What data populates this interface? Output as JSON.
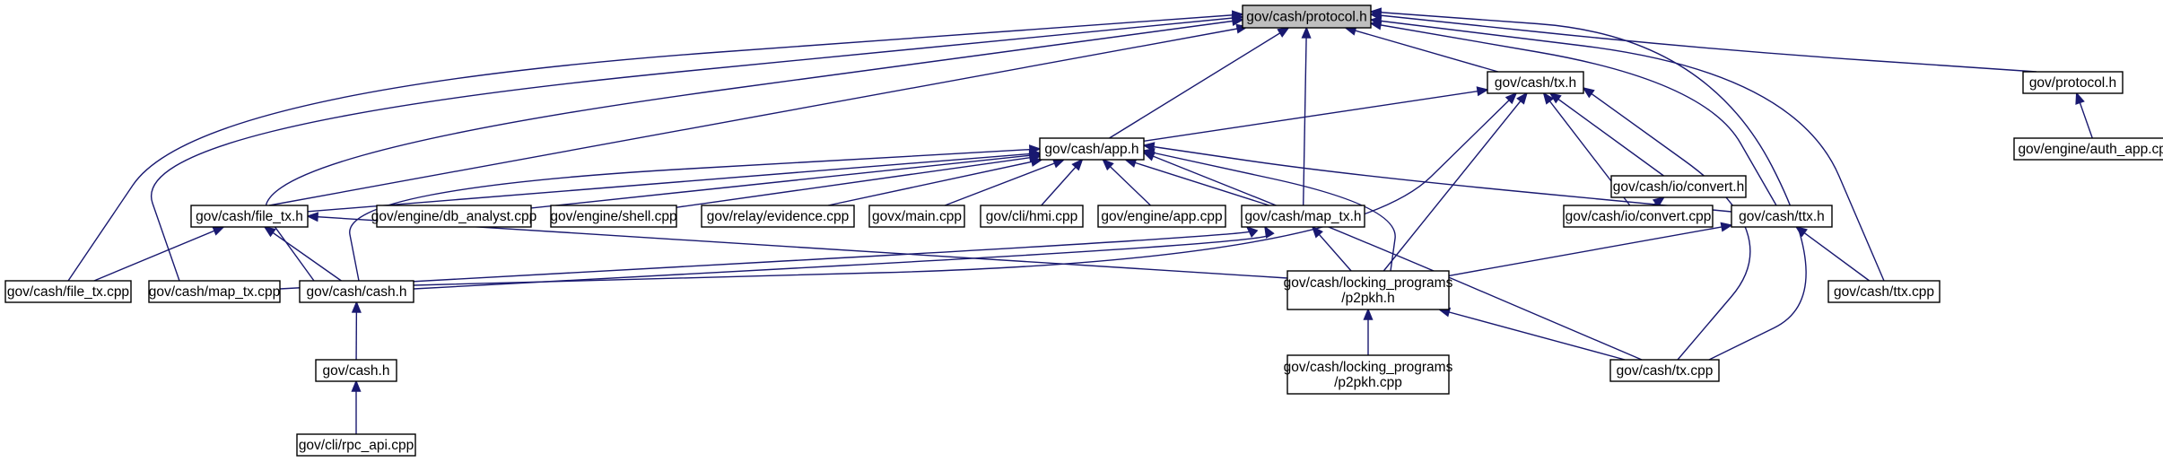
{
  "colors": {
    "edge": "#191970",
    "root_fill": "#bfbfbf",
    "node_fill": "#ffffff",
    "node_stroke": "#000000"
  },
  "nodes": [
    {
      "id": "protocol_h",
      "label": [
        "gov/cash/protocol.h"
      ],
      "root": true
    },
    {
      "id": "tx_h",
      "label": [
        "gov/cash/tx.h"
      ]
    },
    {
      "id": "gov_protocol_h",
      "label": [
        "gov/protocol.h"
      ]
    },
    {
      "id": "auth_app",
      "label": [
        "gov/engine/auth_app.cpp"
      ]
    },
    {
      "id": "app_h",
      "label": [
        "gov/cash/app.h"
      ]
    },
    {
      "id": "io_convert_h",
      "label": [
        "gov/cash/io/convert.h"
      ]
    },
    {
      "id": "file_tx_h",
      "label": [
        "gov/cash/file_tx.h"
      ]
    },
    {
      "id": "db_analyst",
      "label": [
        "gov/engine/db_analyst.cpp"
      ]
    },
    {
      "id": "shell",
      "label": [
        "gov/engine/shell.cpp"
      ]
    },
    {
      "id": "evidence",
      "label": [
        "gov/relay/evidence.cpp"
      ]
    },
    {
      "id": "govx_main",
      "label": [
        "govx/main.cpp"
      ]
    },
    {
      "id": "hmi",
      "label": [
        "gov/cli/hmi.cpp"
      ]
    },
    {
      "id": "engine_app",
      "label": [
        "gov/engine/app.cpp"
      ]
    },
    {
      "id": "map_tx_h",
      "label": [
        "gov/cash/map_tx.h"
      ]
    },
    {
      "id": "io_convert_cpp",
      "label": [
        "gov/cash/io/convert.cpp"
      ]
    },
    {
      "id": "ttx_h",
      "label": [
        "gov/cash/ttx.h"
      ]
    },
    {
      "id": "file_tx_cpp",
      "label": [
        "gov/cash/file_tx.cpp"
      ]
    },
    {
      "id": "map_tx_cpp",
      "label": [
        "gov/cash/map_tx.cpp"
      ]
    },
    {
      "id": "cash_cash_h",
      "label": [
        "gov/cash/cash.h"
      ]
    },
    {
      "id": "p2pkh_h",
      "label": [
        "gov/cash/locking_programs",
        "/p2pkh.h"
      ]
    },
    {
      "id": "ttx_cpp",
      "label": [
        "gov/cash/ttx.cpp"
      ]
    },
    {
      "id": "cash_h",
      "label": [
        "gov/cash.h"
      ]
    },
    {
      "id": "p2pkh_cpp",
      "label": [
        "gov/cash/locking_programs",
        "/p2pkh.cpp"
      ]
    },
    {
      "id": "tx_cpp",
      "label": [
        "gov/cash/tx.cpp"
      ]
    },
    {
      "id": "rpc_api",
      "label": [
        "gov/cli/rpc_api.cpp"
      ]
    }
  ],
  "edges": [
    {
      "from": "tx_h",
      "to": "protocol_h"
    },
    {
      "from": "gov_protocol_h",
      "to": "protocol_h"
    },
    {
      "from": "app_h",
      "to": "protocol_h"
    },
    {
      "from": "file_tx_h",
      "to": "protocol_h"
    },
    {
      "from": "map_tx_h",
      "to": "protocol_h"
    },
    {
      "from": "ttx_h",
      "to": "protocol_h"
    },
    {
      "from": "file_tx_cpp",
      "to": "protocol_h"
    },
    {
      "from": "map_tx_cpp",
      "to": "protocol_h"
    },
    {
      "from": "cash_cash_h",
      "to": "protocol_h"
    },
    {
      "from": "ttx_cpp",
      "to": "protocol_h"
    },
    {
      "from": "tx_cpp",
      "to": "protocol_h"
    },
    {
      "from": "auth_app",
      "to": "gov_protocol_h"
    },
    {
      "from": "app_h",
      "to": "tx_h"
    },
    {
      "from": "io_convert_h",
      "to": "tx_h"
    },
    {
      "from": "io_convert_cpp",
      "to": "tx_h"
    },
    {
      "from": "p2pkh_h",
      "to": "tx_h"
    },
    {
      "from": "cash_cash_h",
      "to": "tx_h"
    },
    {
      "from": "tx_cpp",
      "to": "tx_h"
    },
    {
      "from": "io_convert_cpp",
      "to": "io_convert_h"
    },
    {
      "from": "file_tx_h",
      "to": "app_h"
    },
    {
      "from": "db_analyst",
      "to": "app_h"
    },
    {
      "from": "shell",
      "to": "app_h"
    },
    {
      "from": "evidence",
      "to": "app_h"
    },
    {
      "from": "govx_main",
      "to": "app_h"
    },
    {
      "from": "hmi",
      "to": "app_h"
    },
    {
      "from": "engine_app",
      "to": "app_h"
    },
    {
      "from": "map_tx_h",
      "to": "app_h"
    },
    {
      "from": "ttx_h",
      "to": "app_h"
    },
    {
      "from": "cash_cash_h",
      "to": "app_h"
    },
    {
      "from": "p2pkh_h",
      "to": "app_h"
    },
    {
      "from": "tx_cpp",
      "to": "app_h"
    },
    {
      "from": "file_tx_cpp",
      "to": "file_tx_h"
    },
    {
      "from": "cash_cash_h",
      "to": "file_tx_h"
    },
    {
      "from": "p2pkh_h",
      "to": "file_tx_h"
    },
    {
      "from": "map_tx_cpp",
      "to": "map_tx_h"
    },
    {
      "from": "cash_cash_h",
      "to": "map_tx_h"
    },
    {
      "from": "p2pkh_h",
      "to": "map_tx_h"
    },
    {
      "from": "ttx_cpp",
      "to": "ttx_h"
    },
    {
      "from": "p2pkh_h",
      "to": "ttx_h"
    },
    {
      "from": "cash_h",
      "to": "cash_cash_h"
    },
    {
      "from": "rpc_api",
      "to": "cash_h"
    },
    {
      "from": "p2pkh_cpp",
      "to": "p2pkh_h"
    },
    {
      "from": "tx_cpp",
      "to": "p2pkh_h"
    }
  ]
}
